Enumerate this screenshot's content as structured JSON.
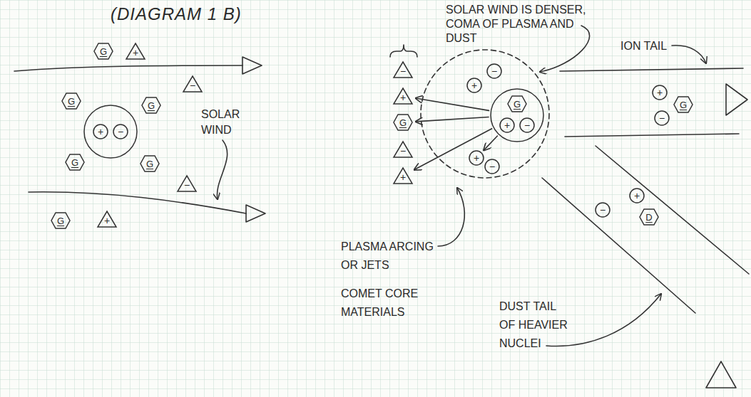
{
  "diagram": {
    "title": "(DIAGRAM 1 B)",
    "nodes": [
      {
        "text": [
          "G"
        ]
      },
      {
        "text": [
          "+"
        ]
      },
      {
        "text": [
          "−"
        ]
      },
      {
        "text": [
          "G"
        ]
      },
      {
        "text": [
          "G"
        ]
      },
      {
        "text": []
      },
      {
        "text": [
          "+"
        ],
        "in": 5
      },
      {
        "text": [
          "−"
        ],
        "in": 5
      },
      {
        "text": [
          "G"
        ]
      },
      {
        "text": [
          "G"
        ]
      },
      {
        "text": [
          "−"
        ]
      },
      {
        "text": [
          "G"
        ]
      },
      {
        "text": [
          "+"
        ]
      },
      {
        "text": [
          "−"
        ]
      },
      {
        "text": [
          "+"
        ]
      },
      {
        "text": [
          "−"
        ]
      },
      {
        "text": [
          "+"
        ]
      },
      {
        "text": [
          "G"
        ]
      },
      {
        "text": []
      },
      {
        "text": [
          "G"
        ],
        "in": 18
      },
      {
        "text": [
          "+"
        ],
        "in": 18
      },
      {
        "text": [
          "−"
        ],
        "in": 18
      },
      {
        "text": [
          "−"
        ]
      },
      {
        "text": [
          "+"
        ]
      },
      {
        "text": [
          "+"
        ]
      },
      {
        "text": [
          "−"
        ]
      },
      {
        "text": [
          "+"
        ]
      },
      {
        "text": [
          "G"
        ]
      },
      {
        "text": [
          "−"
        ]
      },
      {
        "text": [
          "+"
        ]
      },
      {
        "text": [
          "−"
        ]
      },
      {
        "text": [
          "D"
        ]
      }
    ],
    "edges": [
      {
        "from": 18,
        "to": 14,
        "arrow": "to"
      },
      {
        "from": 18,
        "to": 17,
        "arrow": "to"
      },
      {
        "from": 18,
        "to": 23,
        "arrow": "to"
      },
      {
        "from": 18,
        "to": 24,
        "arrow": "to"
      }
    ],
    "labels": [
      "SOLAR WIND",
      "SOLAR WIND IS DENSER, COMA OF PLASMA AND DUST",
      "ION TAIL",
      "PLASMA ARCING OR JETS",
      "COMET CORE MATERIALS",
      "DUST TAIL OF HEAVIER NUCLEI"
    ]
  }
}
